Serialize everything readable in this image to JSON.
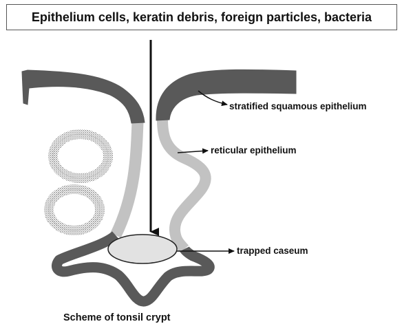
{
  "header": {
    "text": "Epithelium cells, keratin debris, foreign particles, bacteria"
  },
  "labels": {
    "stratified": "stratified squamous epithelium",
    "reticular": "reticular epithelium",
    "caseum": "trapped caseum"
  },
  "caption": "Scheme of tonsil crypt",
  "colors": {
    "stratified_epithelium": "#595959",
    "reticular_epithelium": "#c2c2c2",
    "caseum_fill": "#e2e2e2",
    "follicle": "#8a8a8a",
    "arrow": "#111111"
  }
}
